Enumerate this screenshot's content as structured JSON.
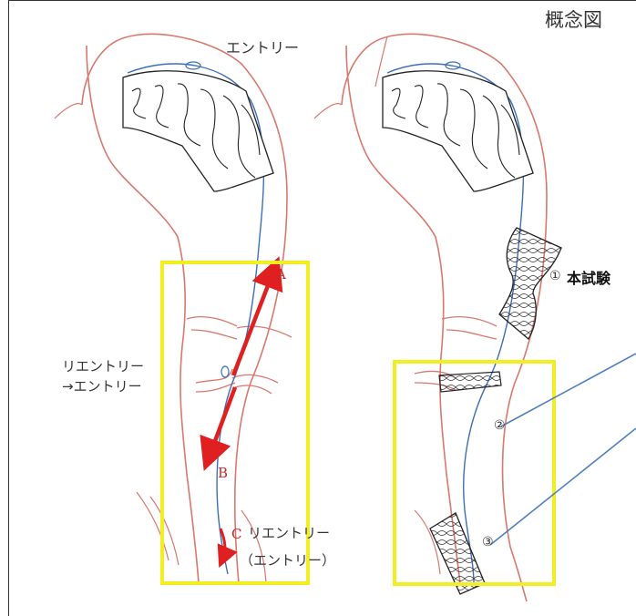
{
  "title": "概念図",
  "labels": {
    "entry": "エントリー",
    "reentry_line1": "リエントリー",
    "reentry_line2": "→エントリー",
    "reentry_c": "リエントリー",
    "reentry_c_paren": "（エントリー）",
    "trial": "本試験",
    "point_a": "A",
    "point_b": "B",
    "point_c": "C",
    "num1": "①",
    "num2": "②",
    "num3": "③"
  },
  "colors": {
    "vessel": "#d9786c",
    "lumen": "#3d6fb5",
    "arrow": "#e02020",
    "highlight": "#f2ee22",
    "stent": "#333333",
    "pointer": "#4f7fc0"
  }
}
